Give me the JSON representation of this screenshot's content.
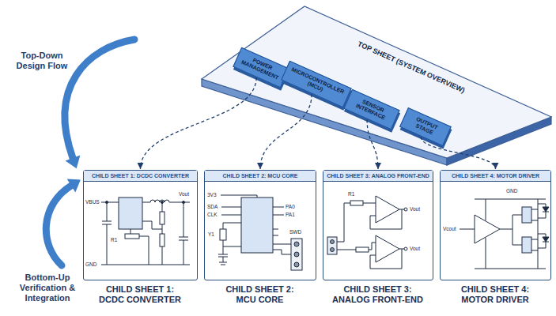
{
  "diagram": {
    "nodes": [
      {
        "text": [
          "TOP SHEET (SYSTEM OVERVIEW)"
        ]
      },
      {
        "text": [
          "POWER MANAGEMENT"
        ],
        "in": 0
      },
      {
        "text": [
          "MICROCONTROLLER (MCU)"
        ],
        "in": 0
      },
      {
        "text": [
          "SENSOR INTERFACE"
        ],
        "in": 0
      },
      {
        "text": [
          "OUTPUT STAGE"
        ],
        "in": 0
      },
      {
        "text": [
          "CHILD SHEET 1: DCDC CONVERTER",
          "CHILD SHEET 1: DCDC CONVERTER"
        ]
      },
      {
        "text": [
          "CHILD SHEET 2: MCU CORE",
          "CHILD SHEET 2: MCU CORE"
        ]
      },
      {
        "text": [
          "CHILD SHEET 3: ANALOG FRONT-END",
          "CHILD SHEET 3: ANALOG FRONT-END"
        ]
      },
      {
        "text": [
          "CHILD SHEET 4: MOTOR DRIVER",
          "CHILD SHEET 4: MOTOR DRIVER"
        ]
      }
    ],
    "edges": [
      {
        "from": 1,
        "to": 5,
        "arrow": "to"
      },
      {
        "from": 2,
        "to": 6,
        "arrow": "to"
      },
      {
        "from": 3,
        "to": 7,
        "arrow": "to"
      },
      {
        "from": 4,
        "to": 8,
        "arrow": "to"
      }
    ],
    "labels": [
      "Top-Down Design Flow",
      "Bottom-Up Verification & Integration",
      "VBUS",
      "GND",
      "Vout",
      "R1",
      "3V3",
      "SDA",
      "CLK",
      "PA0",
      "PA1",
      "Y1",
      "SWD",
      "R1",
      "Vout",
      "Vout",
      "GND",
      "Vcout"
    ]
  }
}
